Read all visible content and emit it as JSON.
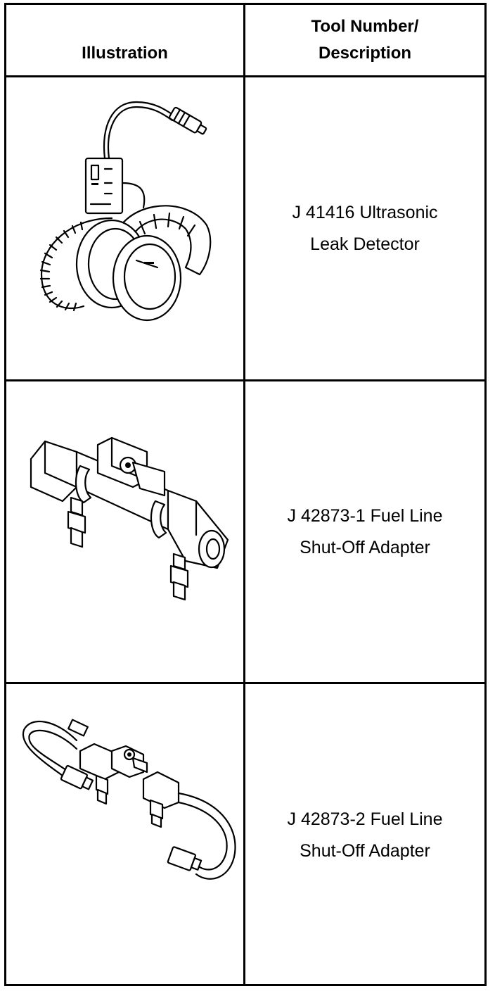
{
  "table": {
    "headers": {
      "illustration": "Illustration",
      "tool_line1": "Tool Number/",
      "tool_line2": "Description"
    },
    "rows": [
      {
        "line1": "J 41416 Ultrasonic",
        "line2": "Leak Detector",
        "icon": "ultrasonic-leak-detector-illustration"
      },
      {
        "line1": "J 42873-1 Fuel Line",
        "line2": "Shut-Off Adapter",
        "icon": "fuel-line-shutoff-adapter-illustration"
      },
      {
        "line1": "J 42873-2 Fuel Line",
        "line2": "Shut-Off Adapter",
        "icon": "fuel-line-shutoff-adapter-hose-illustration"
      }
    ]
  }
}
